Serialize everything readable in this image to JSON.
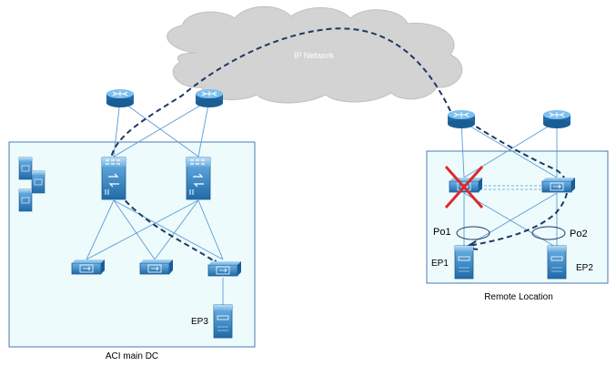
{
  "cloud": {
    "label": "IP Network"
  },
  "main_dc": {
    "label": "ACI main DC",
    "endpoint_label": "EP3"
  },
  "remote": {
    "label": "Remote Location",
    "po1_label": "Po1",
    "po2_label": "Po2",
    "ep1_label": "EP1",
    "ep2_label": "EP2"
  },
  "icons": {
    "router": "router-icon",
    "spine": "spine-switch-icon",
    "leaf": "leaf-switch-icon",
    "apic": "apic-controller-icon",
    "server": "server-icon",
    "failed": "x-failure-icon"
  },
  "colors": {
    "cloud_fill": "#d3d3d3",
    "box_fill": "#eefbfc",
    "box_stroke": "#4a78b5",
    "device_blue": "#2f7bbf",
    "link_line": "#5b9bd5",
    "path_dash": "#1f3864",
    "failure_x": "#e0282b"
  }
}
